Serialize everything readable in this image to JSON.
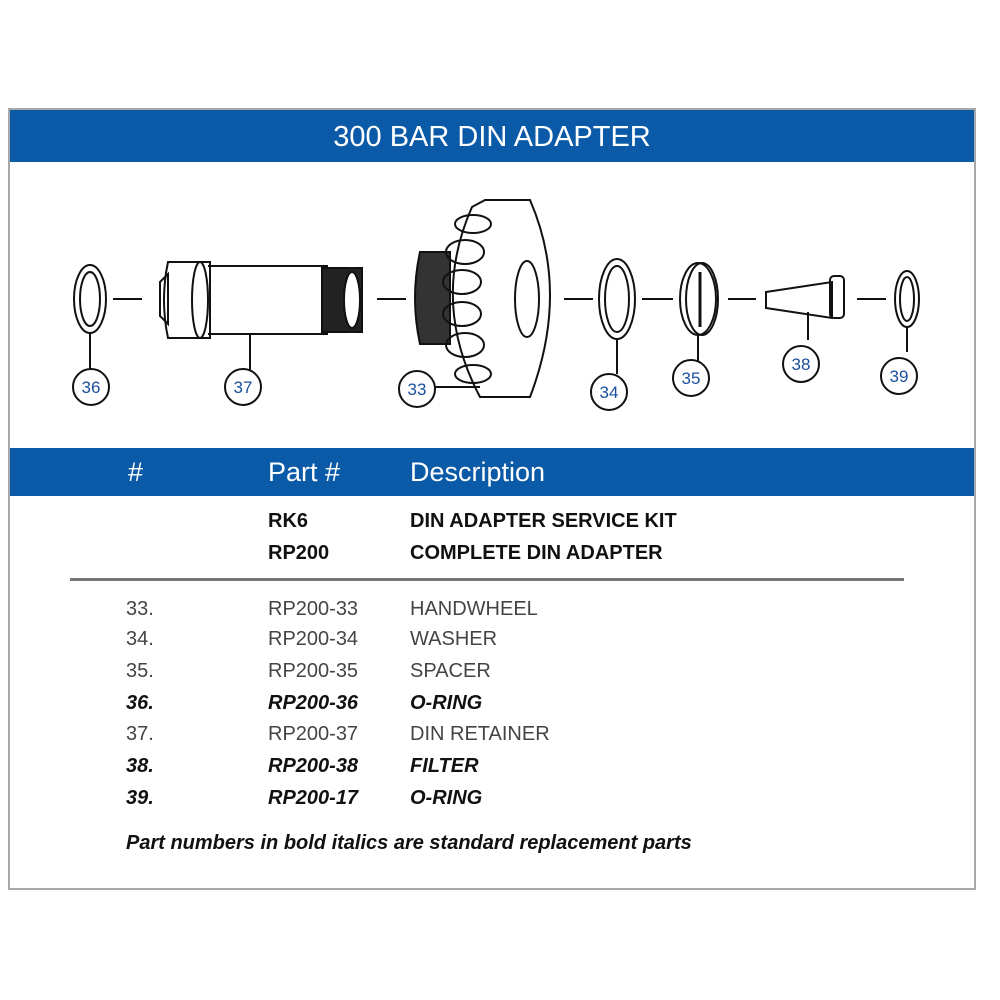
{
  "title": "300 BAR DIN ADAPTER",
  "diagram": {
    "callouts": [
      "36",
      "37",
      "33",
      "34",
      "35",
      "38",
      "39"
    ]
  },
  "table": {
    "headers": {
      "num": "#",
      "part": "Part #",
      "desc": "Description"
    },
    "kits": [
      {
        "part": "RK6",
        "desc": "DIN ADAPTER SERVICE KIT"
      },
      {
        "part": "RP200",
        "desc": "COMPLETE DIN ADAPTER"
      }
    ],
    "rows": [
      {
        "num": "33.",
        "part": "RP200-33",
        "desc": "HANDWHEEL",
        "standard": false
      },
      {
        "num": "34.",
        "part": "RP200-34",
        "desc": "WASHER",
        "standard": false
      },
      {
        "num": "35.",
        "part": "RP200-35",
        "desc": "SPACER",
        "standard": false
      },
      {
        "num": "36.",
        "part": "RP200-36",
        "desc": "O-RING",
        "standard": true
      },
      {
        "num": "37.",
        "part": "RP200-37",
        "desc": "DIN RETAINER",
        "standard": false
      },
      {
        "num": "38.",
        "part": "RP200-38",
        "desc": "FILTER",
        "standard": true
      },
      {
        "num": "39.",
        "part": "RP200-17",
        "desc": "O-RING",
        "standard": true
      }
    ]
  },
  "note": "Part numbers in bold italics are standard replacement parts",
  "colors": {
    "accent": "#0a5aa8",
    "border": "#a8a8a8"
  }
}
